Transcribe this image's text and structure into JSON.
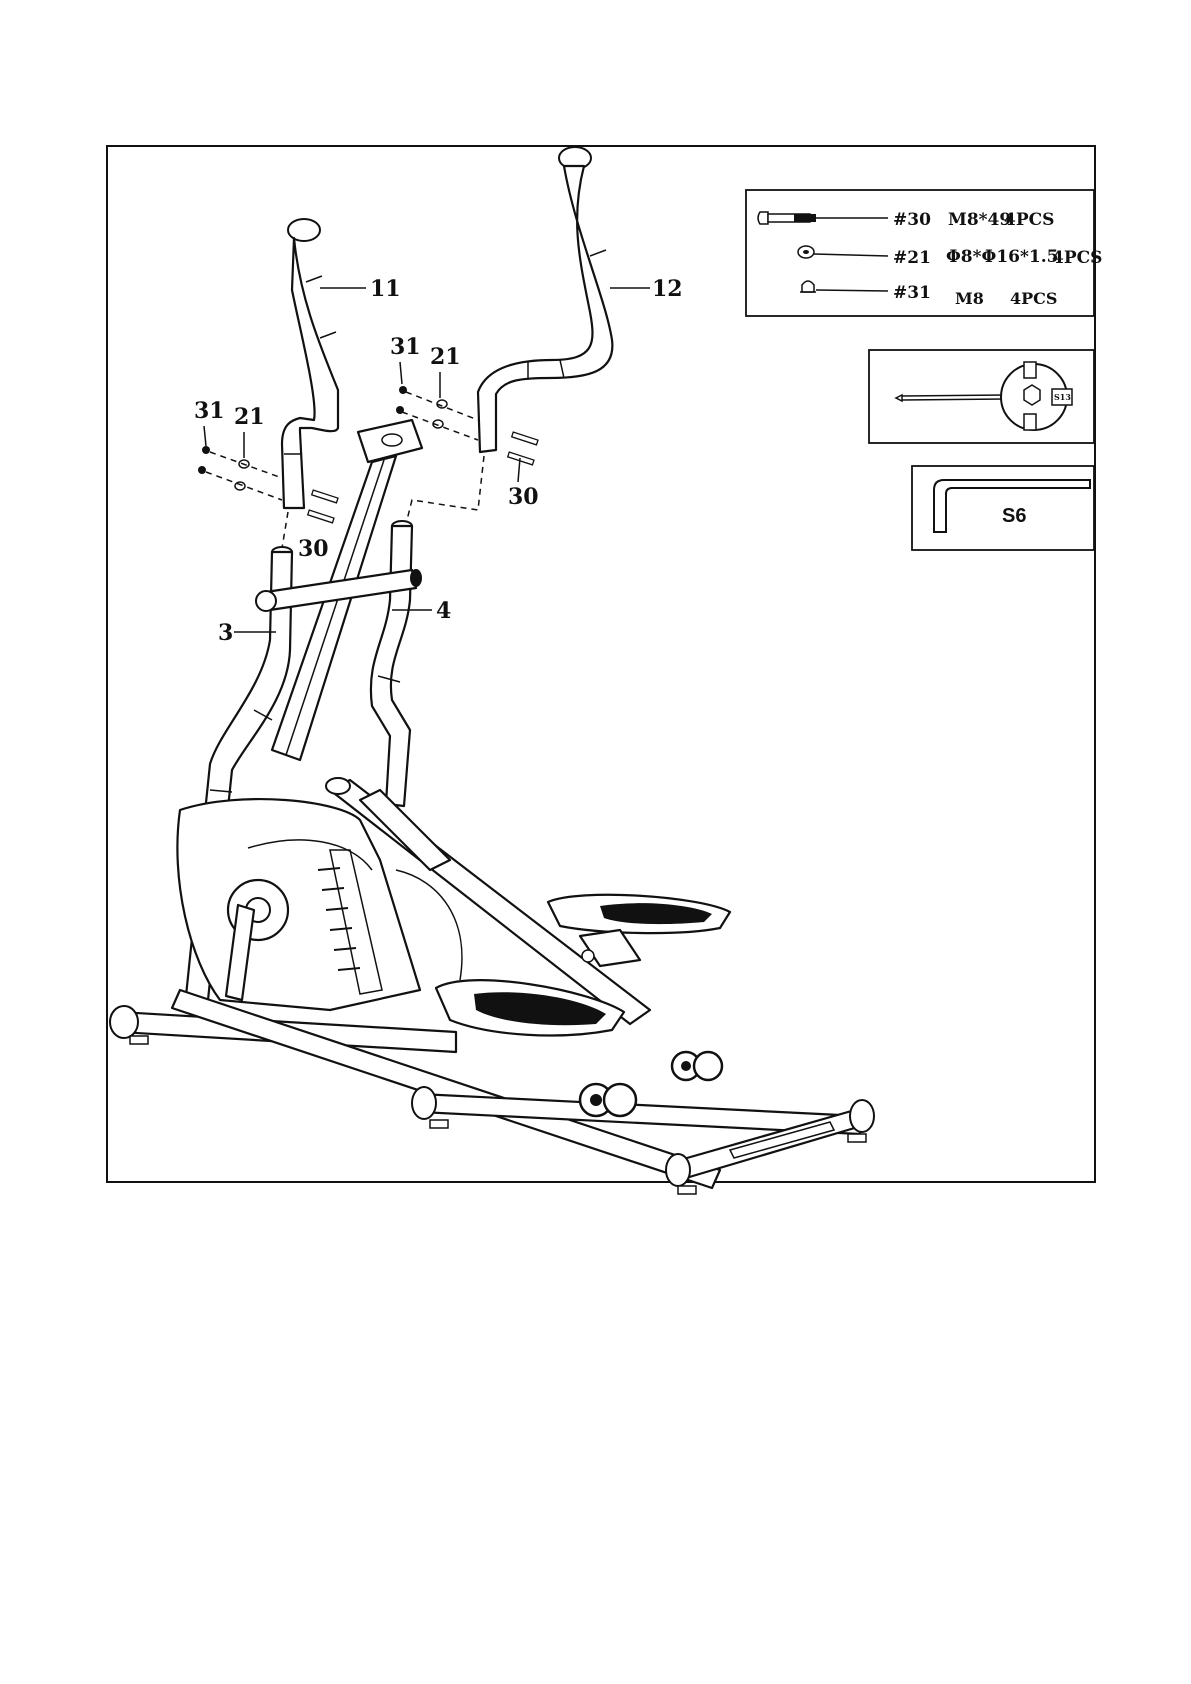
{
  "callouts": {
    "part_11": "11",
    "part_12": "12",
    "part_3": "3",
    "part_4": "4",
    "left_31": "31",
    "left_21": "21",
    "left_30": "30",
    "right_31": "31",
    "right_21": "21",
    "right_30": "30"
  },
  "hardware": [
    {
      "ref": "#30",
      "spec": "M8*49",
      "qty": "4PCS",
      "icon": "bolt-icon"
    },
    {
      "ref": "#21",
      "spec": "Φ8*Φ16*1.5",
      "qty": "4PCS",
      "icon": "washer-icon"
    },
    {
      "ref": "#31",
      "spec": "M8",
      "qty": "4PCS",
      "icon": "cap-nut-icon"
    }
  ],
  "tools": {
    "wrench_label": "S13",
    "allen_key_label": "S6"
  }
}
